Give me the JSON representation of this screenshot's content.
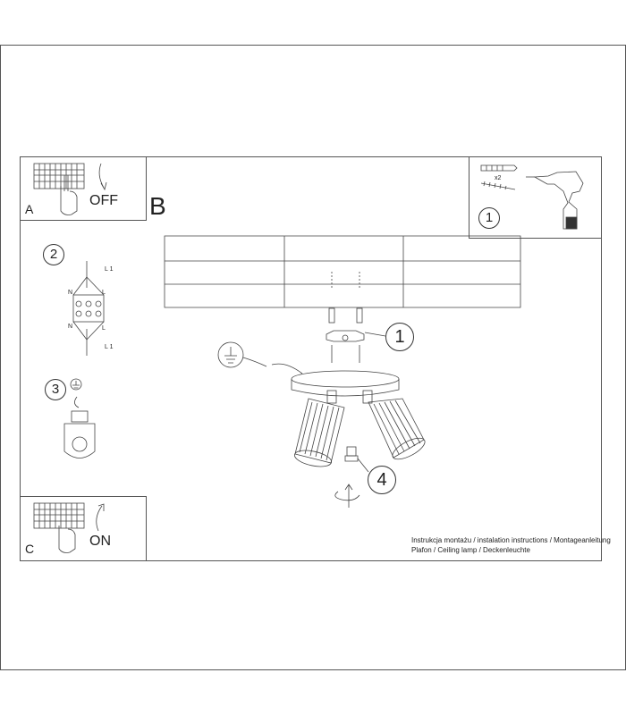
{
  "panels": {
    "a": {
      "letter": "A",
      "word": "OFF"
    },
    "b": {
      "letter": "B"
    },
    "c": {
      "letter": "C",
      "word": "ON"
    }
  },
  "steps": {
    "one_top": "1",
    "one_main": "1",
    "two": "2",
    "three": "3",
    "four": "4"
  },
  "tools": {
    "quantity": "x2"
  },
  "wiring": {
    "l1_top": "L 1",
    "l1_bottom": "L 1",
    "n_top": "N",
    "n_bottom": "N",
    "l_top": "L",
    "l_bottom": "L"
  },
  "caption": {
    "line1": "Instrukcja montażu / instalation instructions / Montageanleitung",
    "line2": "Plafon / Ceiling lamp / Deckenleuchte"
  }
}
